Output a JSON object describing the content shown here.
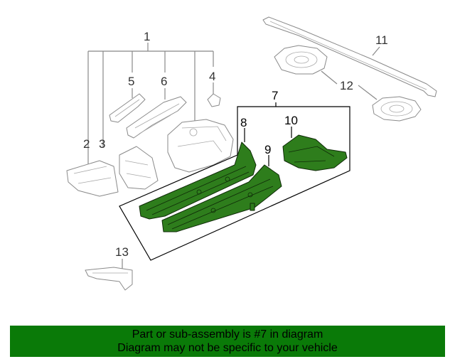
{
  "callouts": {
    "c1": "1",
    "c2": "2",
    "c3": "3",
    "c4": "4",
    "c5": "5",
    "c6": "6",
    "c7": "7",
    "c8": "8",
    "c9": "9",
    "c10": "10",
    "c11": "11",
    "c12": "12",
    "c13": "13"
  },
  "banner": {
    "line1": "Part or sub-assembly is #7 in diagram",
    "line2": "Diagram may not be specific to your vehicle"
  },
  "colors": {
    "highlight": "#2e7d1c",
    "banner": "#0a7a08",
    "outline": "#8a8a8a"
  }
}
